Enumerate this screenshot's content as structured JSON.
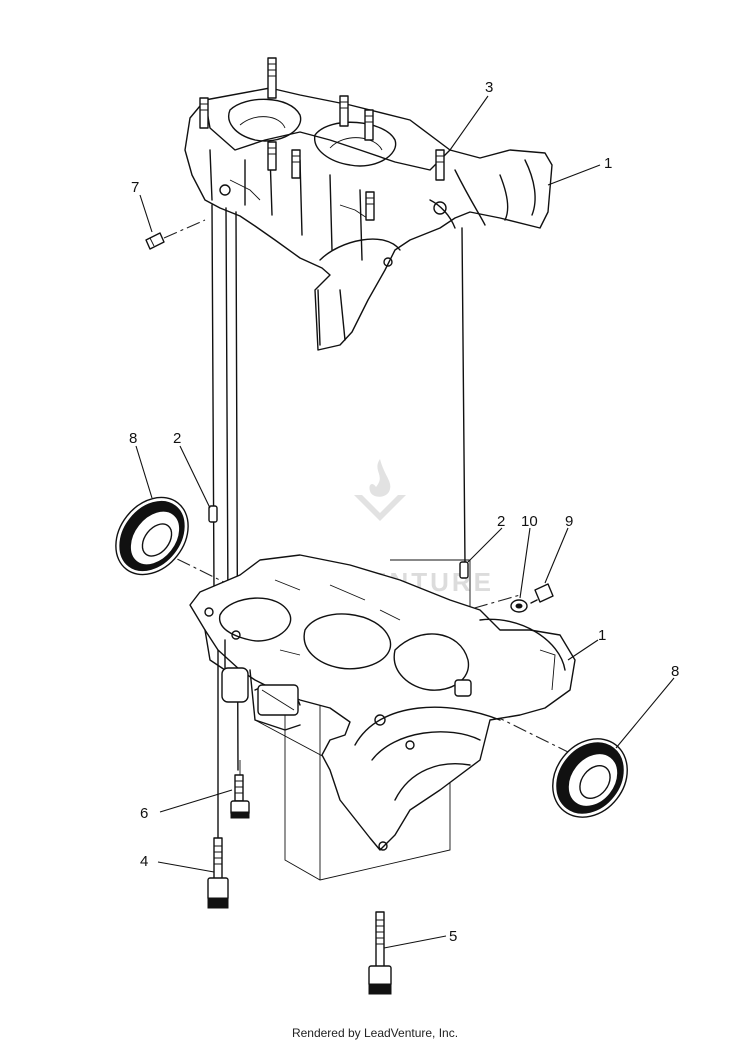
{
  "callouts": [
    {
      "id": "c1a",
      "label": "1"
    },
    {
      "id": "c1b",
      "label": "1"
    },
    {
      "id": "c2a",
      "label": "2"
    },
    {
      "id": "c2b",
      "label": "2"
    },
    {
      "id": "c3",
      "label": "3"
    },
    {
      "id": "c4",
      "label": "4"
    },
    {
      "id": "c5",
      "label": "5"
    },
    {
      "id": "c6",
      "label": "6"
    },
    {
      "id": "c7",
      "label": "7"
    },
    {
      "id": "c8a",
      "label": "8"
    },
    {
      "id": "c8b",
      "label": "8"
    },
    {
      "id": "c9",
      "label": "9"
    },
    {
      "id": "c10",
      "label": "10"
    }
  ],
  "watermark": {
    "text": "LEADVENTURE",
    "icon": "flame-v-logo"
  },
  "footer": {
    "text": "Rendered by LeadVenture, Inc."
  },
  "colors": {
    "ink": "#111111",
    "watermark": "#dcdcdc"
  }
}
